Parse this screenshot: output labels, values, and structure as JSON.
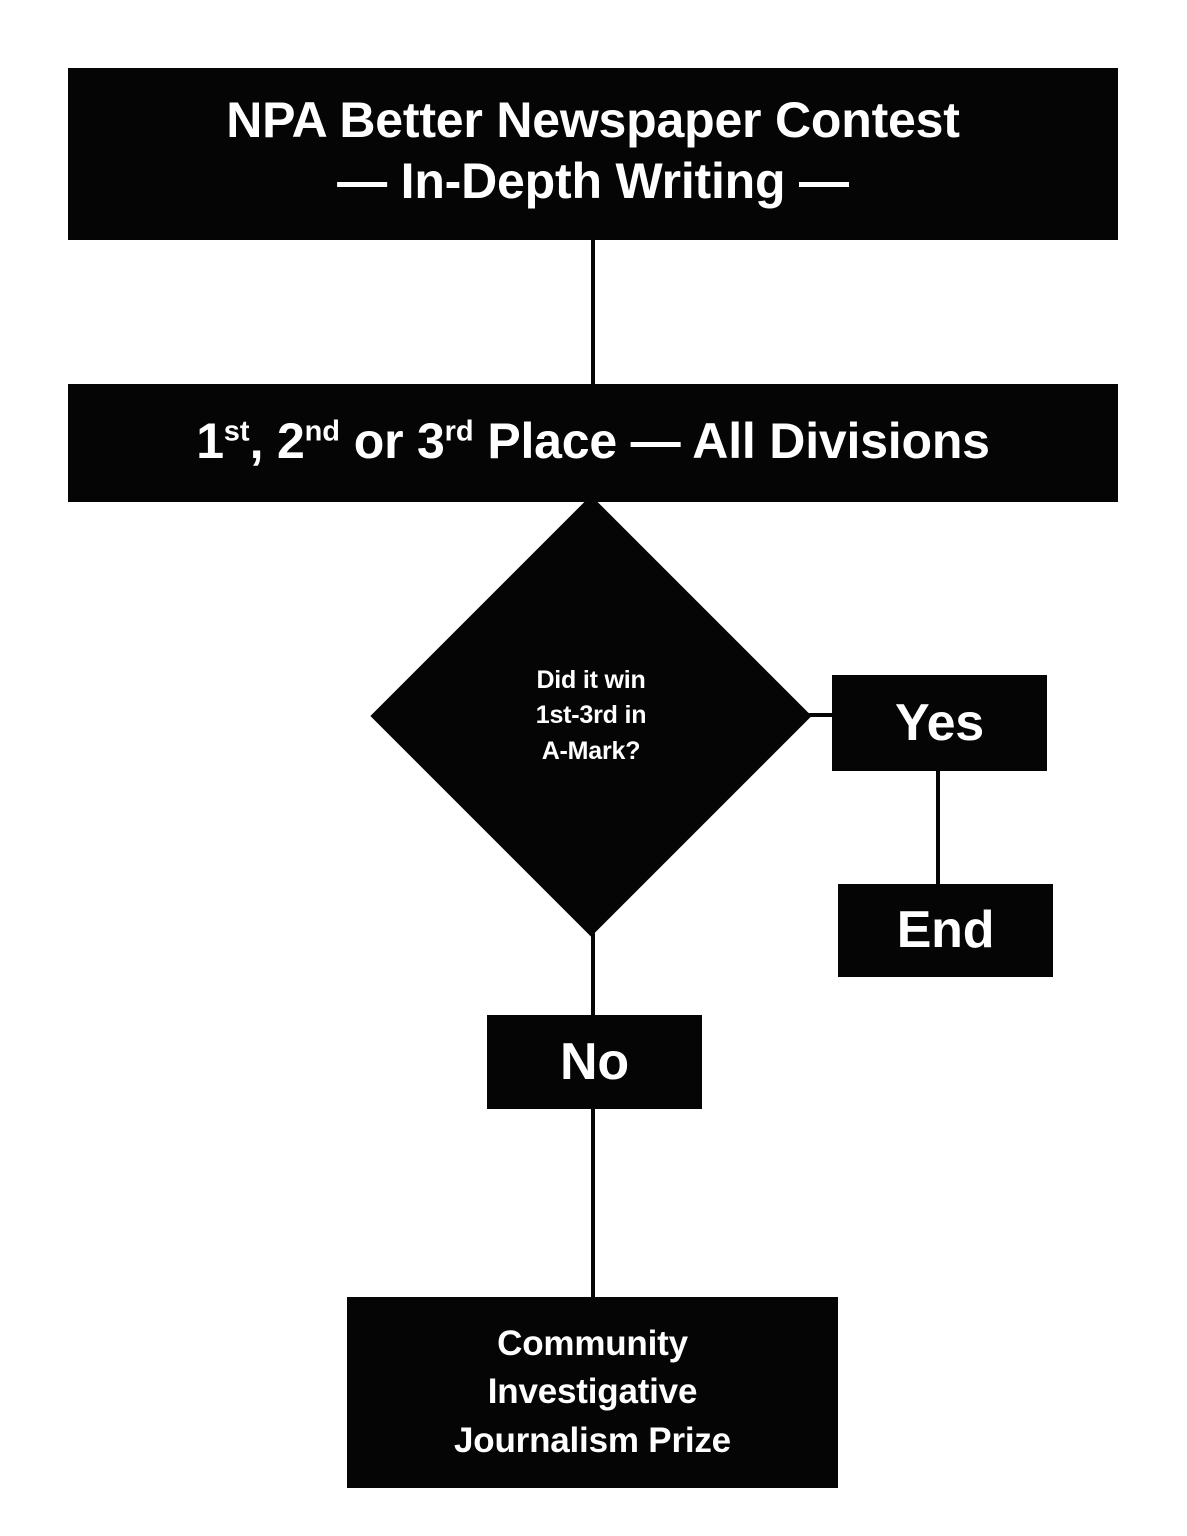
{
  "page": {
    "background_color": "#ffffff",
    "node_color": "#050505",
    "text_color": "#ffffff"
  },
  "title_node": {
    "line1": "NPA Better Newspaper Contest",
    "line2": "— In-Depth Writing —"
  },
  "place_node": {
    "prefix": "1",
    "sup1": "st",
    "mid1": ", 2",
    "sup2": "nd",
    "mid2": " or 3",
    "sup3": "rd",
    "suffix": " Place — All Divisions",
    "plain_text": "1st, 2nd or 3rd Place — All Divisions"
  },
  "decision_node": {
    "line1": "Did it win",
    "line2": "1st-3rd in",
    "line3": "A-Mark?",
    "plain_text": "Did it win 1st-3rd in A-Mark?"
  },
  "yes_node": {
    "label": "Yes"
  },
  "end_node": {
    "label": "End"
  },
  "no_node": {
    "label": "No"
  },
  "prize_node": {
    "line1": "Community",
    "line2": "Investigative",
    "line3": "Journalism Prize",
    "plain_text": "Community Investigative Journalism Prize"
  },
  "chart_data": {
    "type": "diagram",
    "diagram_type": "flowchart",
    "title": "NPA Better Newspaper Contest — In-Depth Writing",
    "nodes": [
      {
        "id": "title",
        "shape": "rectangle",
        "text": "NPA Better Newspaper Contest — In-Depth Writing"
      },
      {
        "id": "place",
        "shape": "rectangle",
        "text": "1st, 2nd or 3rd Place — All Divisions"
      },
      {
        "id": "decision",
        "shape": "diamond",
        "text": "Did it win 1st-3rd in A-Mark?"
      },
      {
        "id": "yes",
        "shape": "rectangle",
        "text": "Yes"
      },
      {
        "id": "end",
        "shape": "rectangle",
        "text": "End"
      },
      {
        "id": "no",
        "shape": "rectangle",
        "text": "No"
      },
      {
        "id": "prize",
        "shape": "rectangle",
        "text": "Community Investigative Journalism Prize"
      }
    ],
    "edges": [
      {
        "from": "title",
        "to": "place",
        "label": "",
        "direction": "down"
      },
      {
        "from": "place",
        "to": "decision",
        "label": "",
        "direction": "down"
      },
      {
        "from": "decision",
        "to": "yes",
        "label": "",
        "direction": "right"
      },
      {
        "from": "yes",
        "to": "end",
        "label": "",
        "direction": "down"
      },
      {
        "from": "decision",
        "to": "no",
        "label": "",
        "direction": "down"
      },
      {
        "from": "no",
        "to": "prize",
        "label": "",
        "direction": "down"
      }
    ]
  }
}
